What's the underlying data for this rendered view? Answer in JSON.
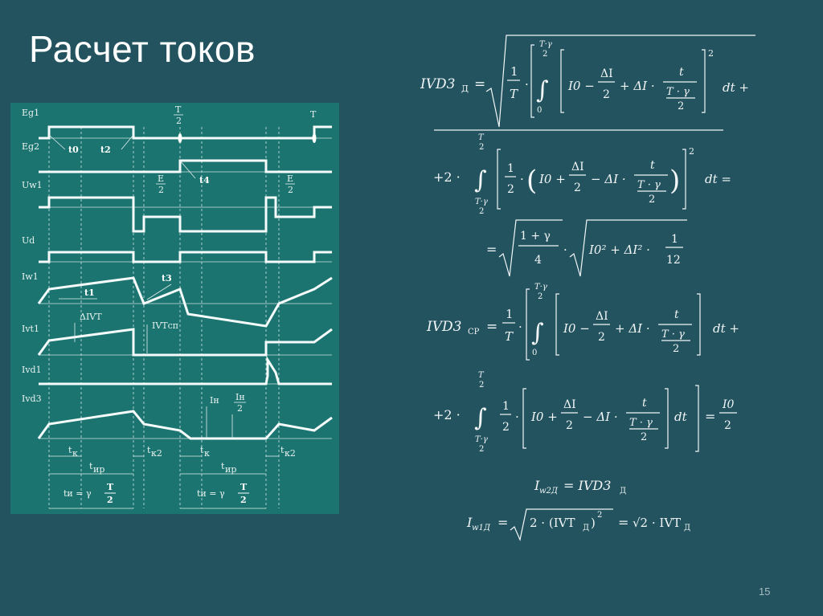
{
  "slide": {
    "title": "Расчет токов",
    "page_number": "15"
  },
  "diagram": {
    "signal_labels": [
      "Eg1",
      "Eg2",
      "Uw1",
      "Ud",
      "Iw1",
      "Ivt1",
      "Ivd1",
      "Ivd3"
    ],
    "time_marks": {
      "t_half_num": "T",
      "t_half_den": "2",
      "t_full": "T"
    },
    "annotations": {
      "t0": "t0",
      "t2": "t2",
      "t4": "t4",
      "t1": "t1",
      "t3": "t3",
      "e_num": "E",
      "e_den": "2",
      "delta_ivt": "ΔIVT",
      "ivt_sp": "IVTсп",
      "ih": "Iн",
      "ih2_num": "Iн",
      "ih2_den": "2"
    },
    "bottom_labels": {
      "tk": "t",
      "tk_sub": "к",
      "tk2": "t",
      "tk2_sub": "к2",
      "tir": "t",
      "tir_sub": "ир",
      "ti_eq": "tи = γ",
      "ti_num": "T",
      "ti_den": "2"
    }
  },
  "formulas": {
    "f1_lhs": "IVD3",
    "f1_lhs_sub": "Д",
    "f_eq": "=",
    "f3_lhs": "IVD3",
    "f3_lhs_sub": "СР",
    "f5": "I",
    "f5_sub": "w2Д",
    "f5_rhs": "= IVD3",
    "f5_rhs_sub": "Д",
    "f6": "I",
    "f6_sub": "w1Д"
  }
}
